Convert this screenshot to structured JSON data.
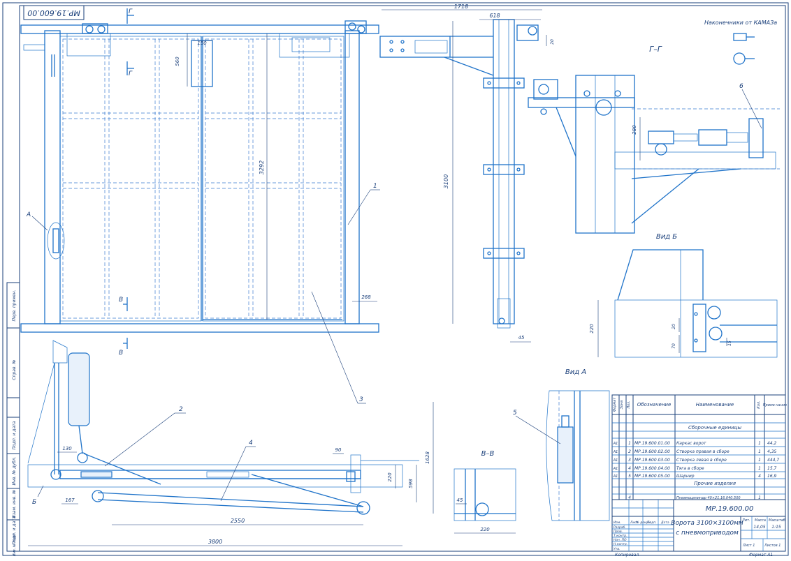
{
  "drawing": {
    "code_rotated": "МР.19.600.00",
    "code": "МР.19.600.00",
    "title_line1": "Ворота 3100×3100мм",
    "title_line2": "с пневмоприводом",
    "mass": "14,05",
    "scale": "1:15",
    "sheet_label": "Лист 1",
    "sheets_label": "Листов 1",
    "copied": "Копировал",
    "format": "Формат  А1",
    "note": "Наконечники от КАМАЗа"
  },
  "views": {
    "section_gg": "Г–Г",
    "view_b": "Вид Б",
    "view_a": "Вид А",
    "section_vv": "В–В",
    "mark_g": "Г",
    "mark_v": "В",
    "mark_a": "А",
    "mark_b": "Б"
  },
  "dimensions": {
    "d1718": "1718",
    "d618": "618",
    "d20a": "20",
    "d150": "150",
    "d560": "560",
    "d3292": "3292",
    "d3100": "3100",
    "d280": "280",
    "d268": "268",
    "d45a": "45",
    "d220a": "220",
    "d20b": "20",
    "d70": "70",
    "d15": "15",
    "d130": "130",
    "d90": "90",
    "d1628": "1628",
    "d220b": "220",
    "d598": "598",
    "d167": "167",
    "d2550": "2550",
    "d3800": "3800",
    "d45b": "45",
    "d220c": "220"
  },
  "callouts": [
    "1",
    "2",
    "3",
    "4",
    "5",
    "6"
  ],
  "side_stamp": [
    "Перв. примен.",
    "Справ. №",
    "Подп. и дата",
    "Инв. № дубл.",
    "Взам. инв. №",
    "Подп. и дата",
    "Инв. № подл."
  ],
  "spec": {
    "headers": [
      "Формат",
      "Зона",
      "Поз.",
      "Обозначение",
      "Наименование",
      "Кол.",
      "Приме-чание"
    ],
    "section_assemblies": "Сборочные единицы",
    "section_other": "Прочие изделия",
    "rows": [
      {
        "format": "А1",
        "pos": "1",
        "code": "МР.19.600.01.00",
        "name": "Каркас ворот",
        "qty": "1",
        "note": "44,2"
      },
      {
        "format": "А1",
        "pos": "2",
        "code": "МР.19.600.02.00",
        "name": "Створка правая в сборе",
        "qty": "1",
        "note": "4,35"
      },
      {
        "format": "А1",
        "pos": "3",
        "code": "МР.19.600.03.00",
        "name": "Створка левая в сборе",
        "qty": "1",
        "note": "444,7"
      },
      {
        "format": "А1",
        "pos": "4",
        "code": "МР.19.600.04.00",
        "name": "Тяга в сборе",
        "qty": "1",
        "note": "15,7"
      },
      {
        "format": "А1",
        "pos": "5",
        "code": "МР.19.600.05.00",
        "name": "Шарнир",
        "qty": "4",
        "note": "16,9"
      }
    ],
    "other_row": {
      "pos": "4",
      "name": "Пневмоцилиндр 40×21.16.040.500",
      "qty": "1"
    }
  },
  "titleblock": {
    "left_rows": [
      "Изм.",
      "Разраб.",
      "Пров.",
      "Т.контр.",
      "Нач. ПО",
      "Н.контр.",
      "Утв."
    ],
    "col_heads": [
      "Лист",
      "№ докум.",
      "Подп.",
      "Дата"
    ],
    "lit": "Лит.",
    "mass_h": "Масса",
    "scale_h": "Масштаб"
  }
}
